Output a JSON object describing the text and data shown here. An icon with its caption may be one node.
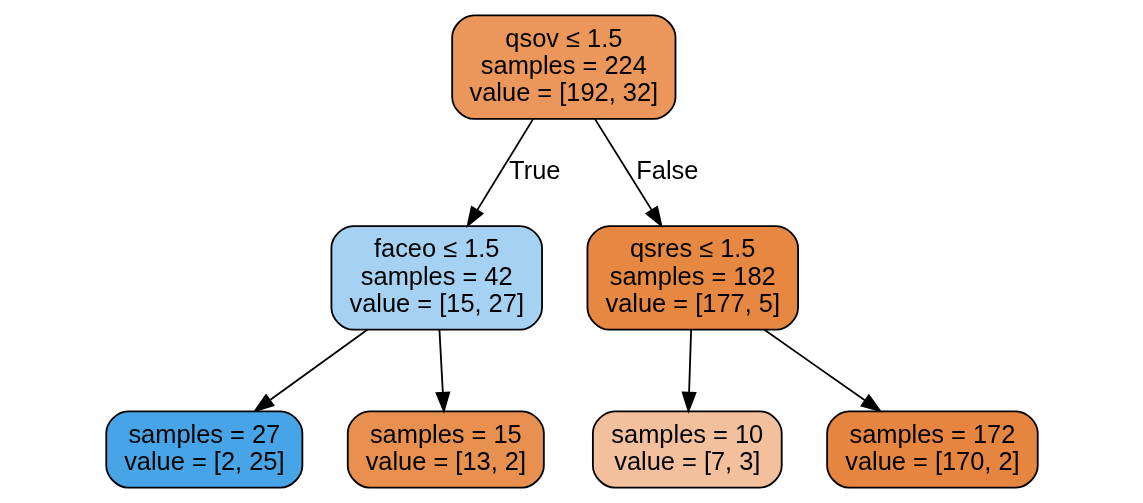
{
  "diagram": {
    "nodes": [
      {
        "text": [
          "qsov ≤ 1.5",
          "samples = 224",
          "value = [192, 32]"
        ]
      },
      {
        "text": [
          "faceo ≤ 1.5",
          "samples = 42",
          "value = [15, 27]"
        ]
      },
      {
        "text": [
          "qsres ≤ 1.5",
          "samples = 182",
          "value = [177, 5]"
        ]
      },
      {
        "text": [
          "samples = 27",
          "value = [2, 25]"
        ]
      },
      {
        "text": [
          "samples = 15",
          "value = [13, 2]"
        ]
      },
      {
        "text": [
          "samples = 10",
          "value = [7, 3]"
        ]
      },
      {
        "text": [
          "samples = 172",
          "value = [170, 2]"
        ]
      }
    ],
    "edges": [
      {
        "from": 0,
        "to": 1,
        "arrow": "to",
        "label": "True"
      },
      {
        "from": 0,
        "to": 2,
        "arrow": "to",
        "label": "False"
      },
      {
        "from": 1,
        "to": 3,
        "arrow": "to"
      },
      {
        "from": 1,
        "to": 4,
        "arrow": "to"
      },
      {
        "from": 2,
        "to": 5,
        "arrow": "to"
      },
      {
        "from": 2,
        "to": 6,
        "arrow": "to"
      }
    ]
  }
}
